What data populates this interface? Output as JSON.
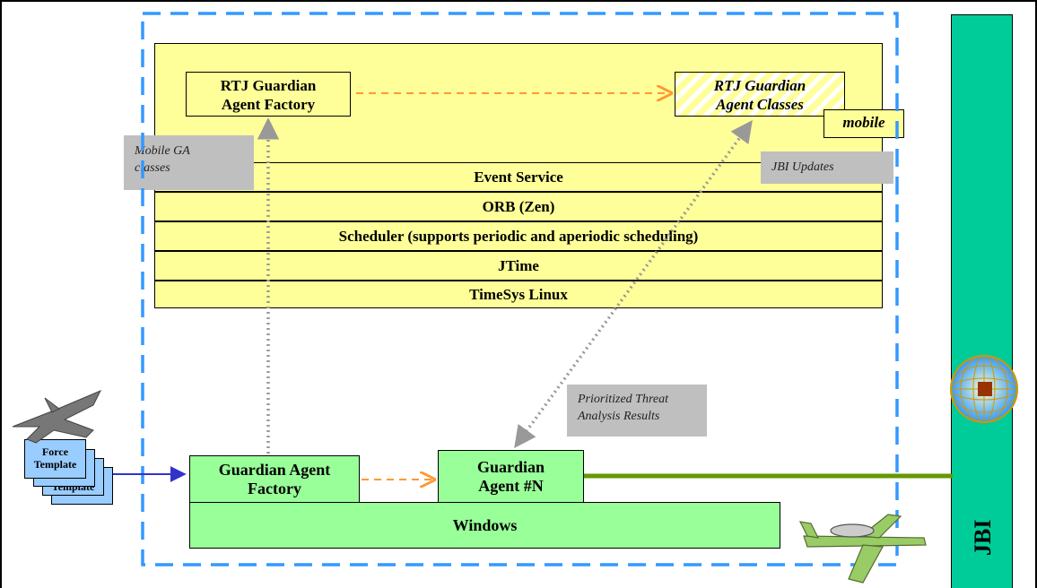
{
  "factory_top": {
    "line1": "RTJ Guardian",
    "line2": "Agent Factory"
  },
  "agent_classes": {
    "line1": "RTJ Guardian",
    "line2": "Agent Classes"
  },
  "mobile_label": "mobile",
  "notes": {
    "mobile_ga": {
      "line1": "Mobile GA",
      "line2": "classes"
    },
    "jbi_updates": "JBI Updates",
    "threat": {
      "line1": "Prioritized Threat",
      "line2": "Analysis Results"
    }
  },
  "layers": [
    "Event Service",
    "ORB (Zen)",
    "Scheduler (supports periodic and aperiodic scheduling)",
    "JTime",
    "TimeSys Linux"
  ],
  "force_template": {
    "line1": "Force",
    "line2": "Template",
    "back": "Template"
  },
  "guardian_factory": {
    "line1": "Guardian Agent",
    "line2": "Factory"
  },
  "guardian_agent": {
    "line1": "Guardian",
    "line2": "Agent #N"
  },
  "windows": "Windows",
  "jbi": "JBI",
  "colors": {
    "yellow": "#ffff99",
    "green": "#99ff99",
    "teal": "#00cc99",
    "dashed_frame": "#3399ff",
    "orange_arrow": "#ff9933",
    "olive_link": "#669900",
    "blue_arrow": "#3333cc",
    "gray_note": "#bfbfbf"
  }
}
